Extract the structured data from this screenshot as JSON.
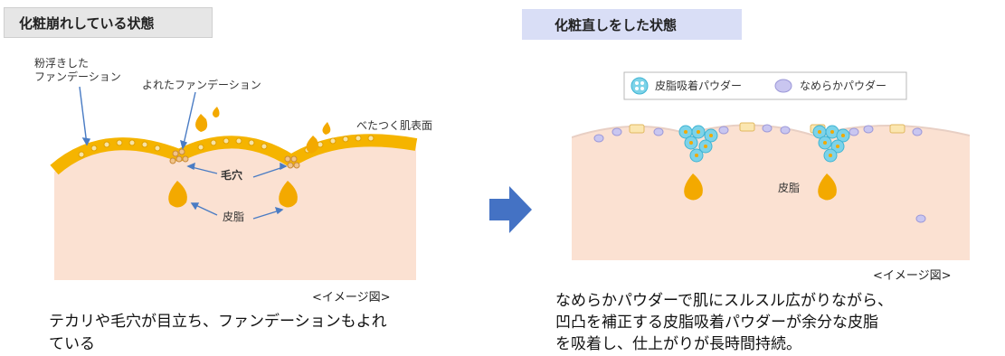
{
  "left_panel": {
    "heading": "化粧崩れしている状態",
    "label_floating": "粉浮きした\nファンデーション",
    "label_floating_l1": "粉浮きした",
    "label_floating_l2": "ファンデーション",
    "label_twisted": "よれたファンデーション",
    "label_sticky_surface": "べたつく肌表面",
    "label_pore": "毛穴",
    "label_sebum": "皮脂",
    "image_note": "<イメージ図>",
    "caption_l1": "テカリや毛穴が目立ち、ファンデーションもよれ",
    "caption_l2": "ている"
  },
  "right_panel": {
    "heading": "化粧直しをした状態",
    "legend": [
      {
        "label": "皮脂吸着パウダー",
        "icon": "sebum-absorbing-powder-icon"
      },
      {
        "label": "なめらかパウダー",
        "icon": "smooth-powder-icon"
      }
    ],
    "label_sebum": "皮脂",
    "image_note": "<イメージ図>",
    "caption_l1": "なめらかパウダーで肌にスルスル広がりながら、",
    "caption_l2": "凹凸を補正する皮脂吸着パウダーが余分な皮脂",
    "caption_l3": "を吸着し、仕上がりが長時間持続。"
  },
  "colors": {
    "skin": "#fbe1d2",
    "foundation": "#f5b400",
    "sebum": "#f3a900",
    "arrow": "#4472c4",
    "smooth_powder": "#c9c6f0",
    "absorbing_powder": "#7dd3e8",
    "left_heading_bg": "#e6e6e6",
    "right_heading_bg": "#d9def6"
  }
}
